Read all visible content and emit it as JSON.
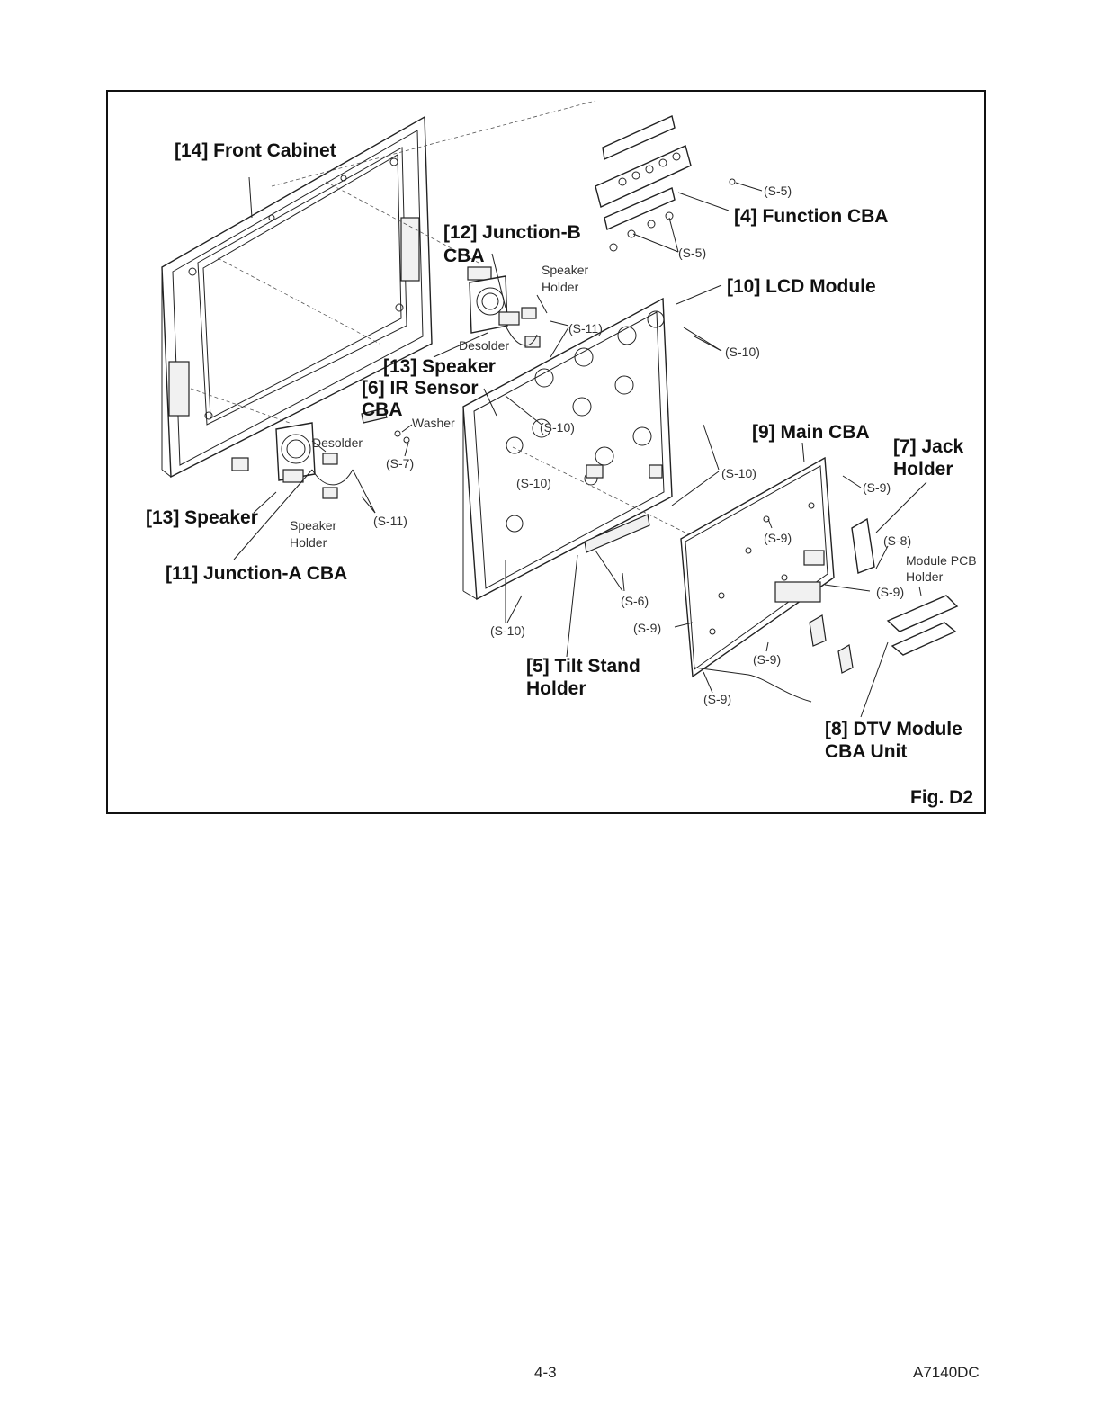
{
  "diagram": {
    "labels": {
      "front_cabinet": "[14] Front Cabinet",
      "function_cba": "[4] Function CBA",
      "junction_b_1": "[12] Junction-B",
      "junction_b_2": "CBA",
      "lcd_module": "[10] LCD Module",
      "speaker_upper": "[13] Speaker",
      "ir_sensor_1": "[6] IR Sensor",
      "ir_sensor_2": "CBA",
      "main_cba": "[9] Main CBA",
      "jack_holder_1": "[7] Jack",
      "jack_holder_2": "Holder",
      "speaker_lower": "[13] Speaker",
      "junction_a": "[11] Junction-A CBA",
      "tilt_stand_1": "[5] Tilt Stand",
      "tilt_stand_2": "Holder",
      "dtv_module_1": "[8] DTV Module",
      "dtv_module_2": "CBA Unit",
      "figure": "Fig. D2"
    },
    "callouts": {
      "s5_top": "(S-5)",
      "s5_bottom": "(S-5)",
      "speaker_holder_upper_1": "Speaker",
      "speaker_holder_upper_2": "Holder",
      "s11_upper": "(S-11)",
      "desolder_upper": "Desolder",
      "s10_right_top": "(S-10)",
      "s10_mid": "(S-10)",
      "washer": "Washer",
      "desolder_lower": "Desolder",
      "s7": "(S-7)",
      "s10_left": "(S-10)",
      "s10_right": "(S-10)",
      "s9_a": "(S-9)",
      "s9_b": "(S-9)",
      "s8": "(S-8)",
      "module_pcb_holder_1": "Module PCB",
      "module_pcb_holder_2": "Holder",
      "s9_c": "(S-9)",
      "s11_lower": "(S-11)",
      "speaker_holder_lower_1": "Speaker",
      "speaker_holder_lower_2": "Holder",
      "s6": "(S-6)",
      "s10_bottom": "(S-10)",
      "s9_d": "(S-9)",
      "s9_e": "(S-9)",
      "s9_f": "(S-9)"
    }
  },
  "footer": {
    "page_number": "4-3",
    "doc_code": "A7140DC"
  }
}
